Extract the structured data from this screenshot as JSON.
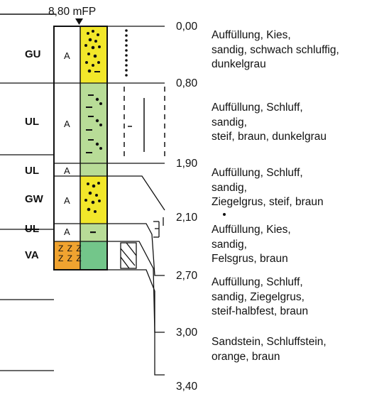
{
  "elevation_label": "8,80 mFP",
  "colors": {
    "gravel": "#f2e72a",
    "silt": "#b8dc97",
    "rock": "#f0a330",
    "rock2": "#73c68a",
    "line": "#111111"
  },
  "layers": [
    {
      "code": "GU",
      "kind": "A",
      "fill": "gravel",
      "top_depth": "0,00",
      "description": [
        "Auffüllung, Kies,",
        "sandig, schwach schluffig,",
        "dunkelgrau"
      ]
    },
    {
      "code": "UL",
      "kind": "A",
      "fill": "silt",
      "top_depth": "0,80",
      "description": [
        "Auffüllung, Schluff,",
        "sandig,",
        "steif, braun, dunkelgrau"
      ]
    },
    {
      "code": "UL",
      "kind": "A",
      "fill": "silt",
      "top_depth": "1,90",
      "description": [
        "Auffüllung, Schluff,",
        "sandig,",
        "Ziegelgrus, steif, braun"
      ]
    },
    {
      "code": "GW",
      "kind": "A",
      "fill": "gravel",
      "top_depth": "2,10",
      "description": [
        "Auffüllung, Kies,",
        "sandig,",
        "Felsgrus, braun"
      ]
    },
    {
      "code": "UL",
      "kind": "A",
      "fill": "silt",
      "top_depth": "2,70",
      "description": [
        "Auffüllung, Schluff,",
        "sandig, Ziegelgrus,",
        "steif-halbfest, braun"
      ]
    },
    {
      "code": "VA",
      "kind": "ZZZ",
      "fill": "rock",
      "top_depth": "3,00",
      "description": [
        "Sandstein, Schluffstein,",
        "orange, braun"
      ]
    }
  ],
  "final_depth": "3,40",
  "rock_symbol": [
    "Z Z Z",
    "Z Z Z"
  ]
}
